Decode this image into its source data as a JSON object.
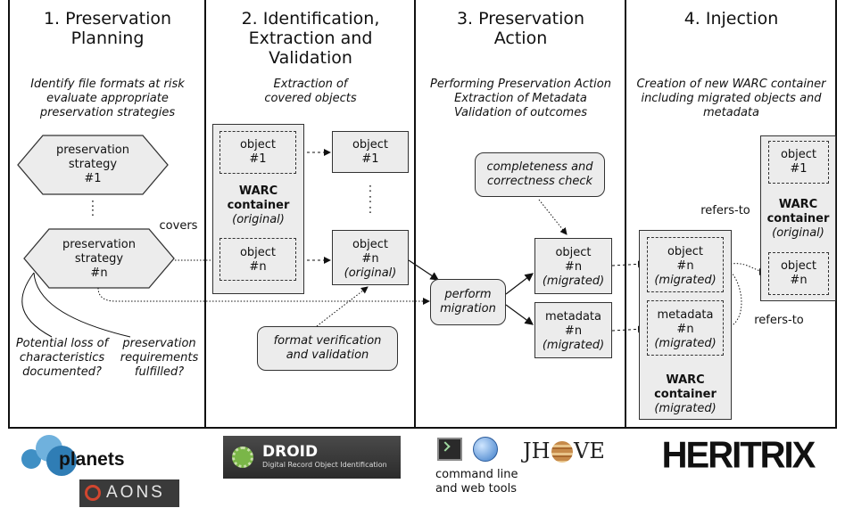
{
  "columns": [
    {
      "title_l1": "1. Preservation",
      "title_l2": "Planning",
      "subtitle_l1": "Identify file formats at risk",
      "subtitle_l2": "evaluate appropriate",
      "subtitle_l3": "preservation strategies"
    },
    {
      "title_l1": "2. Identification,",
      "title_l2": "Extraction and",
      "title_l3": "Validation",
      "subtitle_l1": "Extraction of",
      "subtitle_l2": "covered objects"
    },
    {
      "title_l1": "3. Preservation",
      "title_l2": "Action",
      "subtitle_l1": "Performing Preservation Action",
      "subtitle_l2": "Extraction of Metadata",
      "subtitle_l3": "Validation of outcomes"
    },
    {
      "title_l1": "4. Injection",
      "subtitle_l1": "Creation of new WARC container",
      "subtitle_l2": "including migrated objects and",
      "subtitle_l3": "metadata"
    }
  ],
  "planning": {
    "strategy1_l1": "preservation",
    "strategy1_l2": "strategy",
    "strategy1_l3": "#1",
    "ellipsis": ":",
    "strategyn_l1": "preservation",
    "strategyn_l2": "strategy",
    "strategyn_l3": "#n",
    "covers": "covers",
    "note1_l1": "Potential loss of",
    "note1_l2": "characteristics",
    "note1_l3": "documented?",
    "note2_l1": "preservation",
    "note2_l2": "requirements",
    "note2_l3": "fulfilled?"
  },
  "identification": {
    "obj": "object",
    "n1": "#1",
    "nn": "#n",
    "warc": "WARC",
    "container": "container",
    "original": "(original)",
    "ellipsis": ":",
    "check_l1": "format  verification",
    "check_l2": "and validation"
  },
  "action": {
    "completeness_l1": "completeness and",
    "completeness_l2": "correctness check",
    "perform_l1": "perform",
    "perform_l2": "migration",
    "obj": "object",
    "nn": "#n",
    "migrated": "(migrated)",
    "metadata": "metadata"
  },
  "injection": {
    "obj": "object",
    "n1": "#1",
    "nn": "#n",
    "migrated": "(migrated)",
    "original": "(original)",
    "metadata": "metadata",
    "warc": "WARC",
    "container": "container",
    "refers_to": "refers-to"
  },
  "tools": {
    "planets": "planets",
    "aons": "AONS",
    "droid_title": "DROID",
    "droid_sub": "Digital Record Object Identification",
    "cmd_l1": "command line",
    "cmd_l2": "and web tools",
    "jhove_a": "JH",
    "jhove_b": "VE",
    "heritrix": "HERITRIX"
  },
  "colors": {
    "box_fill": "#ececec",
    "line": "#111111",
    "planets_blue": "#3f8fc4"
  }
}
